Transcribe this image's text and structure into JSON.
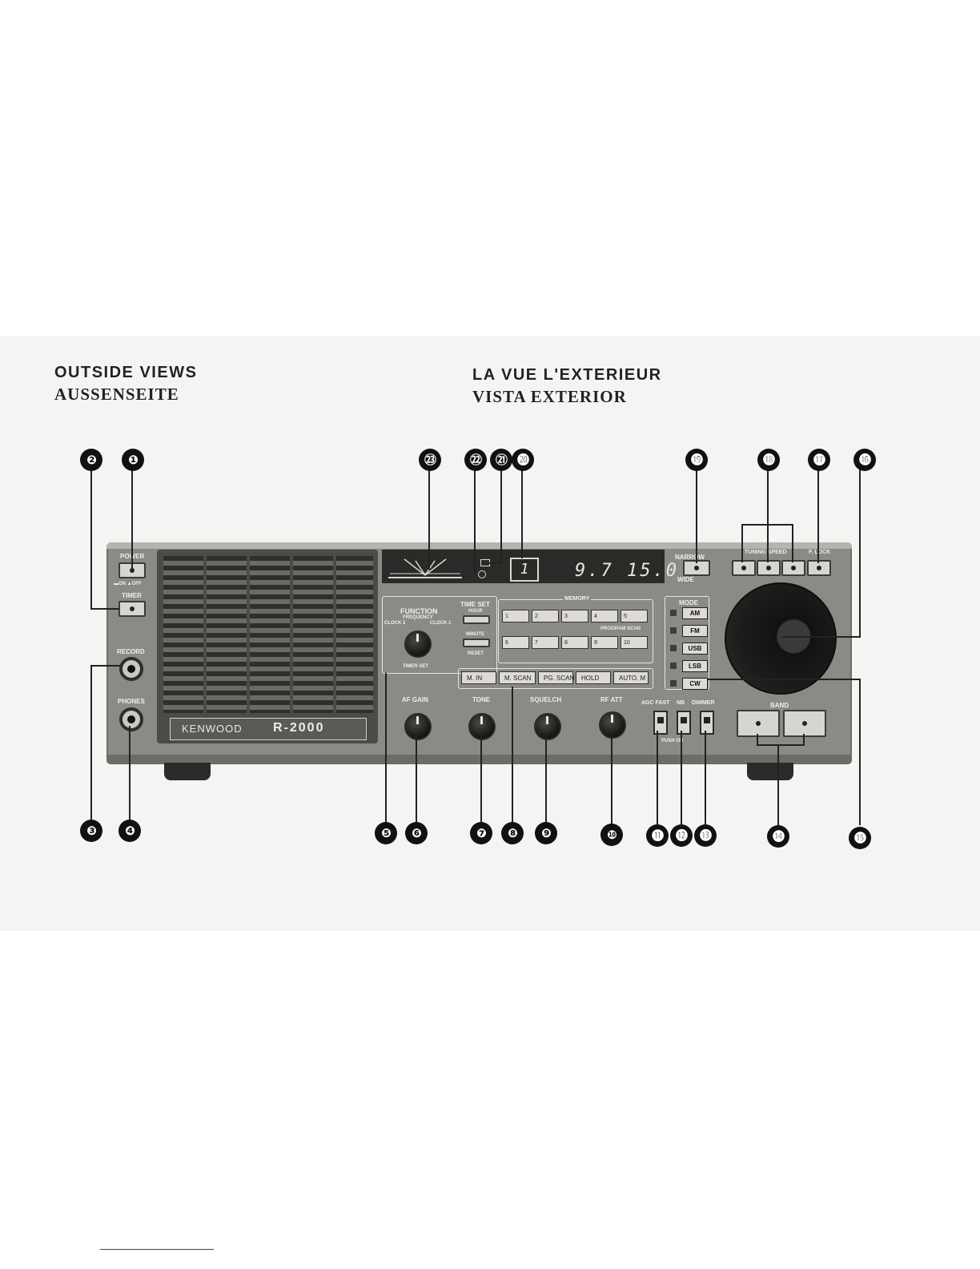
{
  "headings": {
    "en": "OUTSIDE VIEWS",
    "de": "AUSSENSEITE",
    "fr": "LA VUE L'EXTERIEUR",
    "es": "VISTA EXTERIOR"
  },
  "callouts": [
    "❶",
    "❷",
    "❸",
    "❹",
    "❺",
    "❻",
    "❼",
    "❽",
    "❾",
    "❿",
    "⓫",
    "⓬",
    "⓭",
    "⓮",
    "⓯",
    "⓰",
    "⓱",
    "⓲",
    "⓳",
    "⓴",
    "㉑",
    "㉒",
    "㉓"
  ],
  "radio": {
    "brand": "KENWOOD",
    "model": "R-2000",
    "frequency": "9.7 15.0",
    "channel": "1",
    "left_labels": {
      "power": "POWER",
      "on_off": "▬ON ▲OFF",
      "timer": "TIMER",
      "record": "RECORD",
      "phones": "PHONES"
    },
    "function": {
      "title": "FUNCTION",
      "frequency": "FREQUENCY",
      "clock2": "CLOCK 2",
      "clock1": "CLOCK 1",
      "timer_set": "TIMER SET",
      "time_set": "TIME SET",
      "hour": "HOUR",
      "minute": "MINUTE",
      "reset": "RESET"
    },
    "memory_label": "MEMORY",
    "program_scan_label": "PROGRAM SCAN",
    "memory_keys": [
      "1",
      "2",
      "3",
      "4",
      "5",
      "6",
      "7",
      "8",
      "9",
      "10"
    ],
    "bar_keys": [
      "M. IN",
      "M. SCAN",
      "PG. SCAN",
      "HOLD",
      "AUTO. M"
    ],
    "knobs": [
      "AF GAIN",
      "TONE",
      "SQUELCH",
      "RF ATT"
    ],
    "switches": [
      "AGC FAST",
      "NB",
      "DIMMER"
    ],
    "push_on": "PUSH ON",
    "band": "BAND",
    "narrow": "NARROW",
    "wide": "WIDE",
    "tuning_speed": "TUNING SPEED",
    "f_lock": "F. LOCK",
    "mode_title": "MODE",
    "modes": [
      "AM",
      "FM",
      "USB",
      "LSB",
      "CW"
    ]
  }
}
